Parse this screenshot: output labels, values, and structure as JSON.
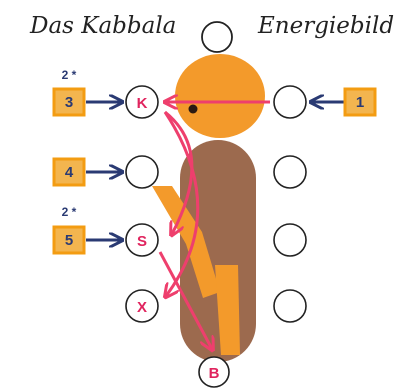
{
  "title": {
    "left": "Das Kabbala",
    "right": "Energiebild"
  },
  "boxes": [
    {
      "id": "box-1",
      "label": "1"
    },
    {
      "id": "box-3",
      "label": "3"
    },
    {
      "id": "box-4",
      "label": "4"
    },
    {
      "id": "box-5",
      "label": "5"
    }
  ],
  "marks": {
    "box3": "2 *",
    "box5": "2 *"
  },
  "circles": {
    "k": "K",
    "s": "S",
    "x": "X",
    "b": "B"
  },
  "colors": {
    "box_border": "#f39c12",
    "box_fill": "#f3b54f",
    "arrow_blue": "#2a3a73",
    "arrow_pink": "#ee3f6d",
    "letter_pink": "#e0245e",
    "head": "#f39a2b",
    "body": "#9c6a4e"
  }
}
